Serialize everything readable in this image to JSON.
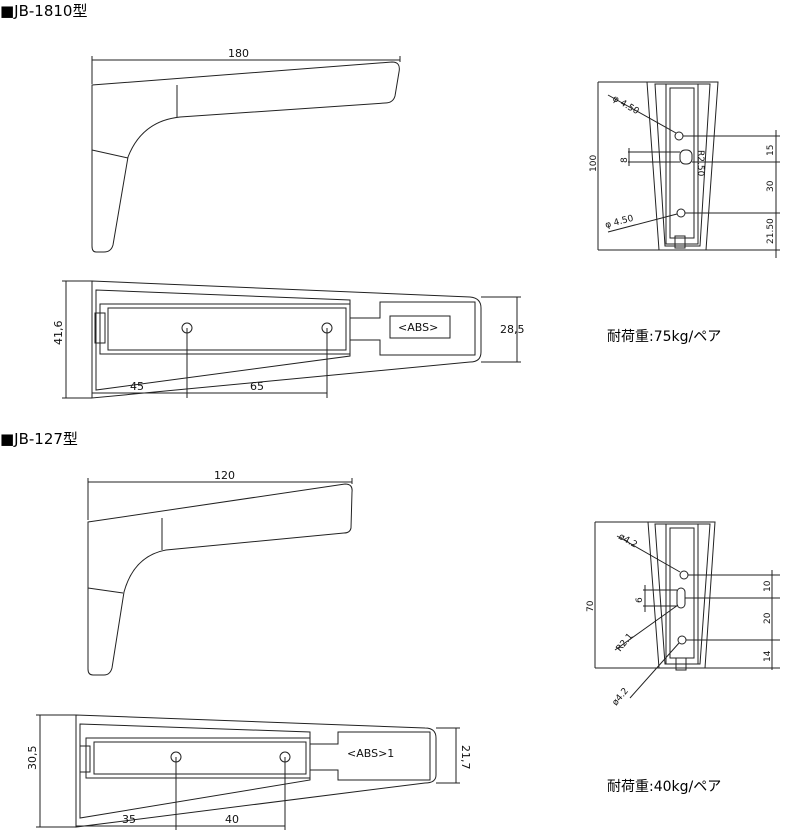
{
  "models": [
    {
      "title": "■JB-1810型",
      "load": "耐荷重:75kg/ペア",
      "side_dim": "180",
      "top_dims": {
        "height_left": "41,6",
        "height_right": "28,5",
        "hole1": "45",
        "hole2": "65",
        "label": "<ABS>"
      },
      "front_dims": {
        "height": "100",
        "hole_dia_top": "φ 4.50",
        "hole_dia_bottom": "φ 4.50",
        "slot": "8",
        "slot_r": "R2.50",
        "d1": "15",
        "d2": "30",
        "d3": "21.50"
      }
    },
    {
      "title": "■JB-127型",
      "load": "耐荷重:40kg/ペア",
      "side_dim": "120",
      "top_dims": {
        "height_left": "30,5",
        "height_right": "21,7",
        "hole1": "35",
        "hole2": "40",
        "label": "<ABS>1"
      },
      "front_dims": {
        "height": "70",
        "hole_dia_top": "ø4.2",
        "hole_dia_bottom": "ø4.2",
        "slot": "6",
        "slot_r": "R2.1",
        "d1": "10",
        "d2": "20",
        "d3": "14"
      }
    }
  ]
}
